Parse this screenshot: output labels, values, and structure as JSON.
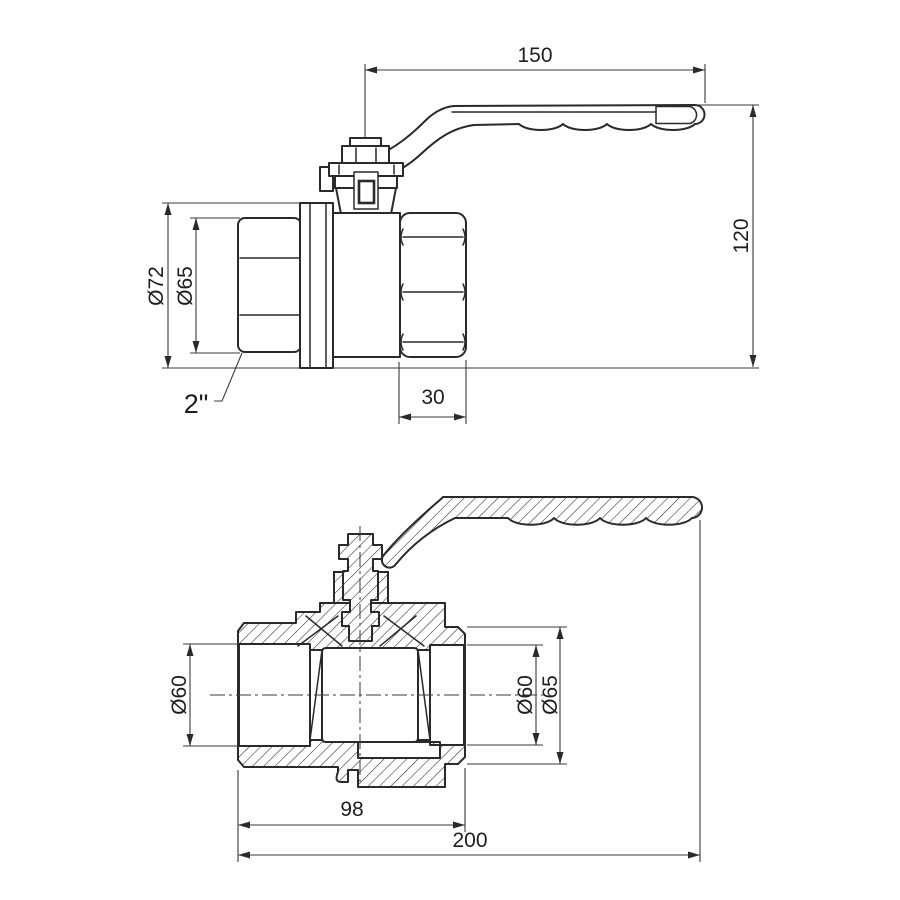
{
  "drawing": {
    "title": "Ball valve with lever handle - dimensional drawing",
    "kind": "technical-drawing",
    "line_color": "#2a2a2a",
    "background_color": "#ffffff",
    "views": [
      "side elevation",
      "longitudinal section"
    ]
  },
  "top_view": {
    "name": "side elevation",
    "dims": {
      "handle_length": "150",
      "height": "120",
      "flange_od": "Ø72",
      "union_od": "Ø65",
      "thread": "2\"",
      "hex_len": "30"
    }
  },
  "bottom_view": {
    "name": "longitudinal section",
    "dims": {
      "bore_left": "Ø60",
      "bore_right": "Ø60",
      "port_od": "Ø65",
      "body_len": "98",
      "total_len": "200"
    }
  }
}
